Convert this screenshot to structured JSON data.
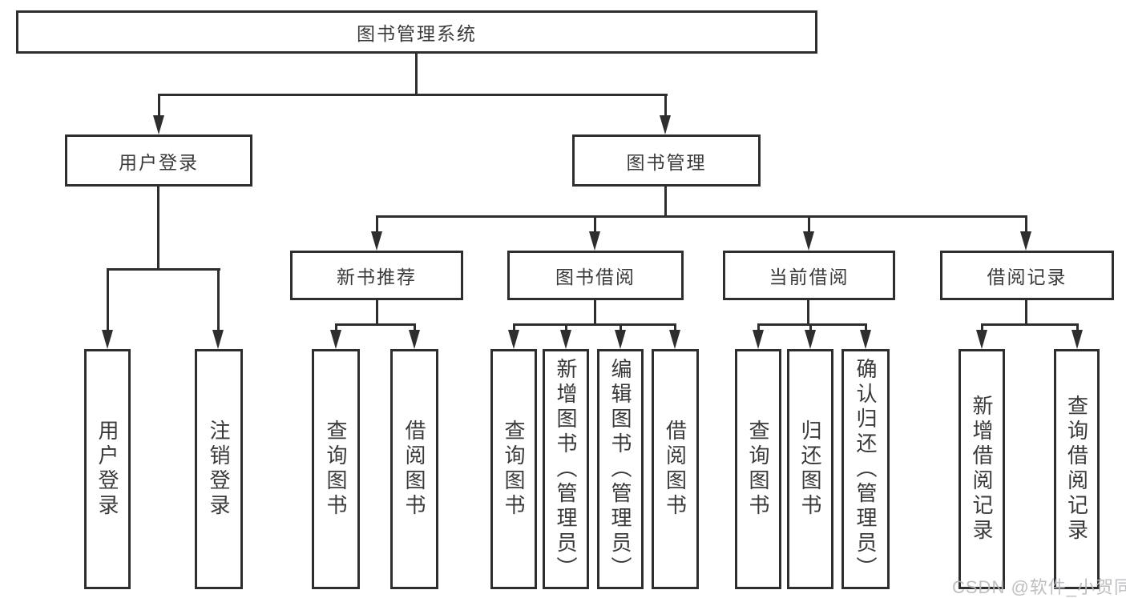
{
  "diagram": {
    "root": "图书管理系统",
    "login": {
      "label": "用户登录",
      "children": [
        "用户登录",
        "注销登录"
      ]
    },
    "management": {
      "label": "图书管理",
      "groups": [
        {
          "label": "新书推荐",
          "children": [
            "查询图书",
            "借阅图书"
          ]
        },
        {
          "label": "图书借阅",
          "children": [
            "查询图书",
            "新增图书（管理员）",
            "编辑图书（管理员）",
            "借阅图书"
          ]
        },
        {
          "label": "当前借阅",
          "children": [
            "查询图书",
            "归还图书",
            "确认归还（管理员）"
          ]
        },
        {
          "label": "借阅记录",
          "children": [
            "新增借阅记录",
            "查询借阅记录"
          ]
        }
      ]
    }
  },
  "watermark": "CSDN @软件_小贺同学",
  "colors": {
    "line": "#2e2e2e",
    "text": "#3a3a3a",
    "watermark": "#b8b8bd",
    "background": "#ffffff"
  }
}
